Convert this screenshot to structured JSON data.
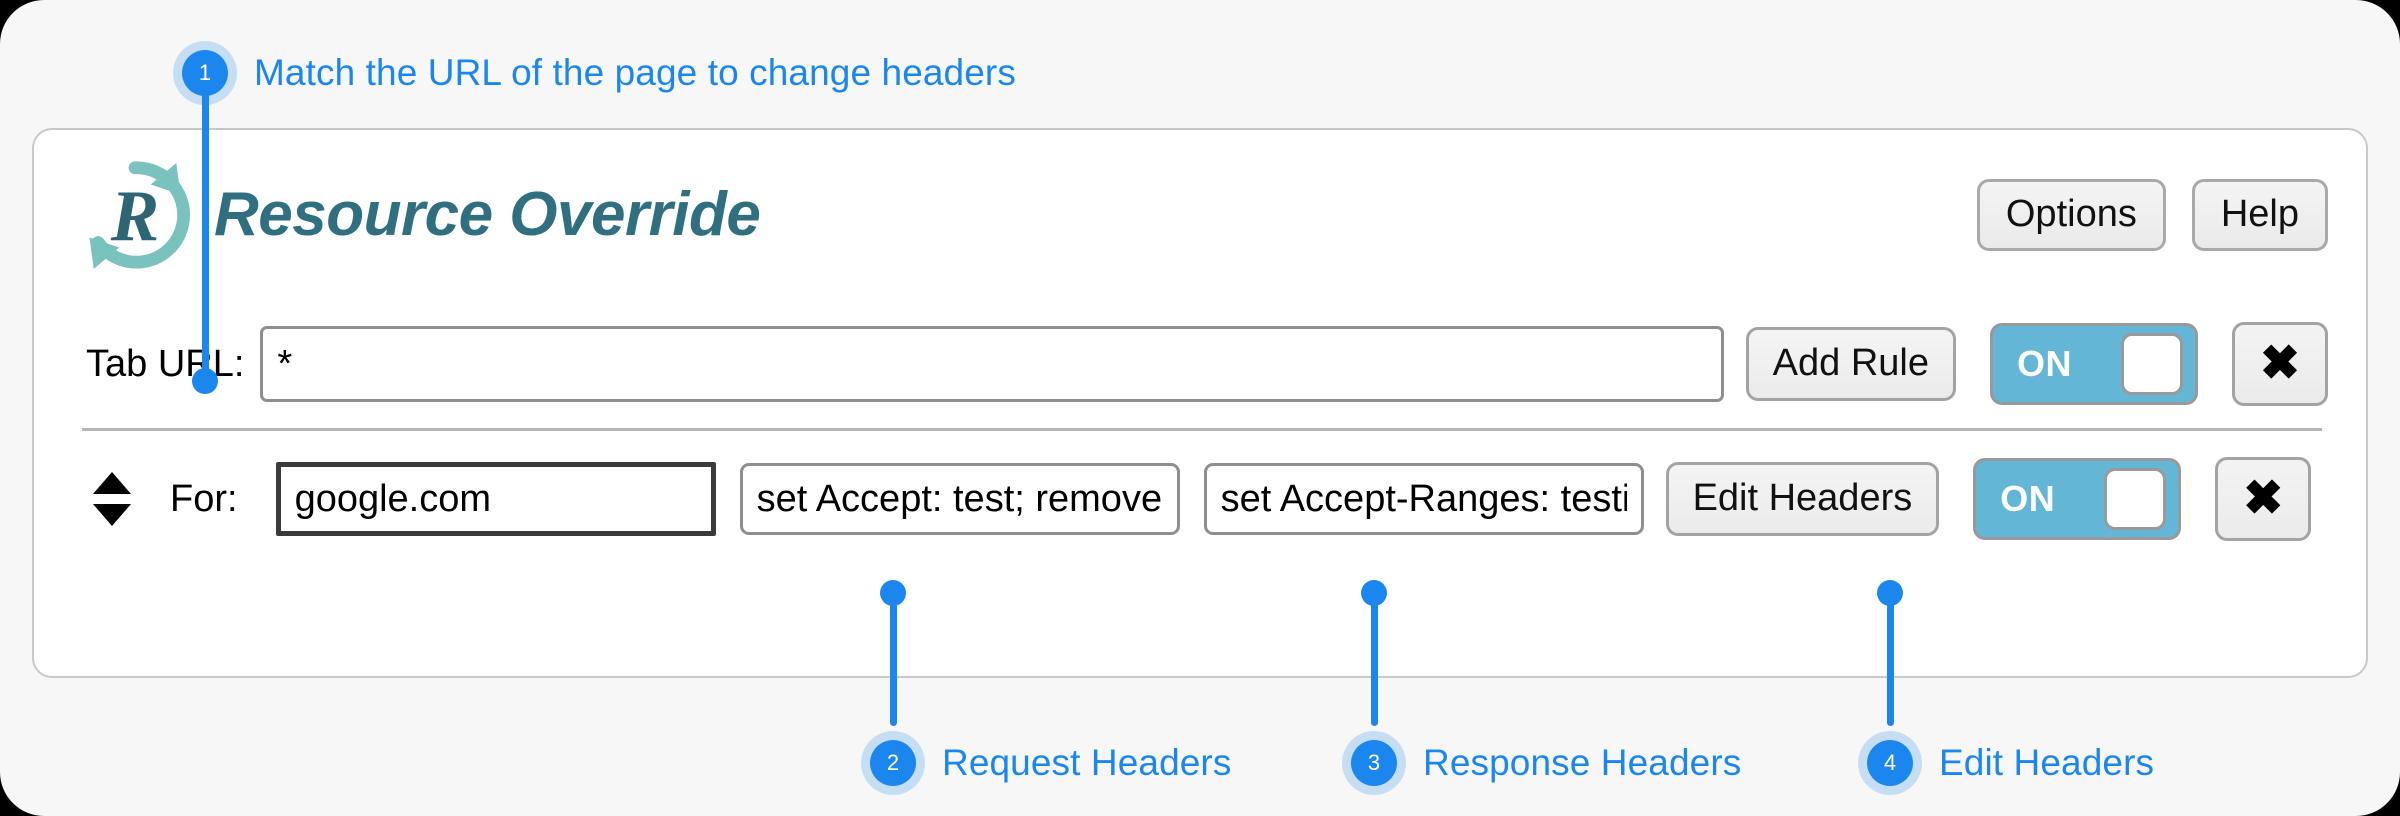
{
  "app": {
    "title": "Resource Override",
    "logo_icon": "resource-override-logo-icon"
  },
  "header": {
    "options_label": "Options",
    "help_label": "Help"
  },
  "tab_url_row": {
    "label": "Tab URL:",
    "value": "*",
    "placeholder": "",
    "add_rule_label": "Add Rule",
    "toggle_label": "ON",
    "close_label": "✖"
  },
  "rule_row": {
    "sort_icon": "sort-updown-icon",
    "for_label": "For:",
    "match_value": "google.com",
    "match_placeholder": "",
    "request_headers_value": "set Accept: test; remove Accept-Encoding;",
    "request_headers_placeholder": "",
    "response_headers_value": "set Accept-Ranges: testing",
    "response_headers_placeholder": "",
    "edit_headers_label": "Edit Headers",
    "toggle_label": "ON",
    "close_label": "✖"
  },
  "annotations": [
    {
      "number": "1",
      "label": "Match the URL of the page to change headers"
    },
    {
      "number": "2",
      "label": "Request Headers"
    },
    {
      "number": "3",
      "label": "Response Headers"
    },
    {
      "number": "4",
      "label": "Edit Headers"
    }
  ],
  "colors": {
    "accent_blue": "#1b87ee",
    "brand_teal": "#2f6f80",
    "toggle_on": "#63b6d6",
    "page_bg": "#f7f7f7",
    "card_bg": "#ffffff"
  }
}
